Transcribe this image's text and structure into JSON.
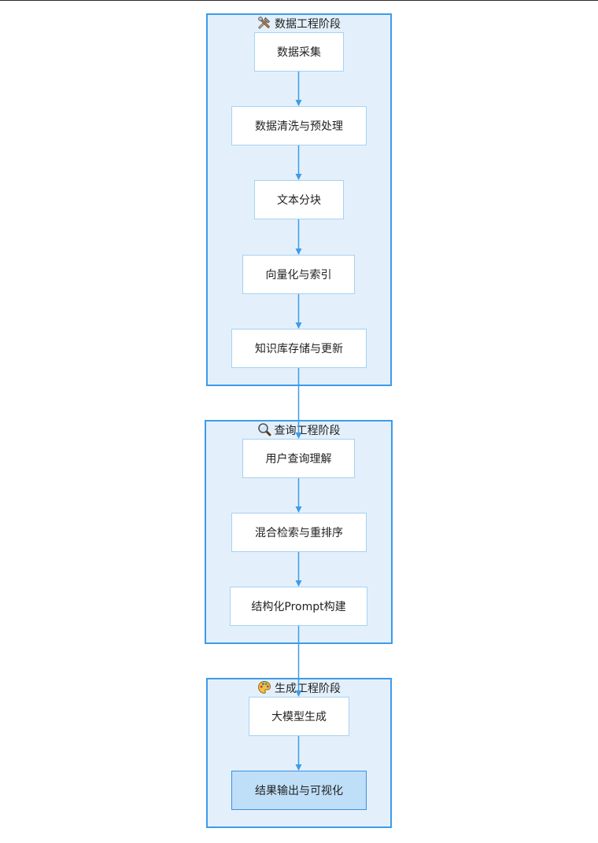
{
  "colors": {
    "group_fill": "#e3f0fb",
    "group_border": "#3d9be9",
    "node_fill": "#ffffff",
    "node_border": "#a7d1f2",
    "final_fill": "#bfdff8",
    "arrow": "#3d9be9"
  },
  "groups": [
    {
      "title": "数据工程阶段",
      "icon": "tools-icon",
      "nodes": [
        "数据采集",
        "数据清洗与预处理",
        "文本分块",
        "向量化与索引",
        "知识库存储与更新"
      ]
    },
    {
      "title": "查询工程阶段",
      "icon": "magnifier-icon",
      "nodes": [
        "用户查询理解",
        "混合检索与重排序",
        "结构化Prompt构建"
      ]
    },
    {
      "title": "生成工程阶段",
      "icon": "palette-icon",
      "nodes": [
        "大模型生成",
        "结果输出与可视化"
      ]
    }
  ]
}
